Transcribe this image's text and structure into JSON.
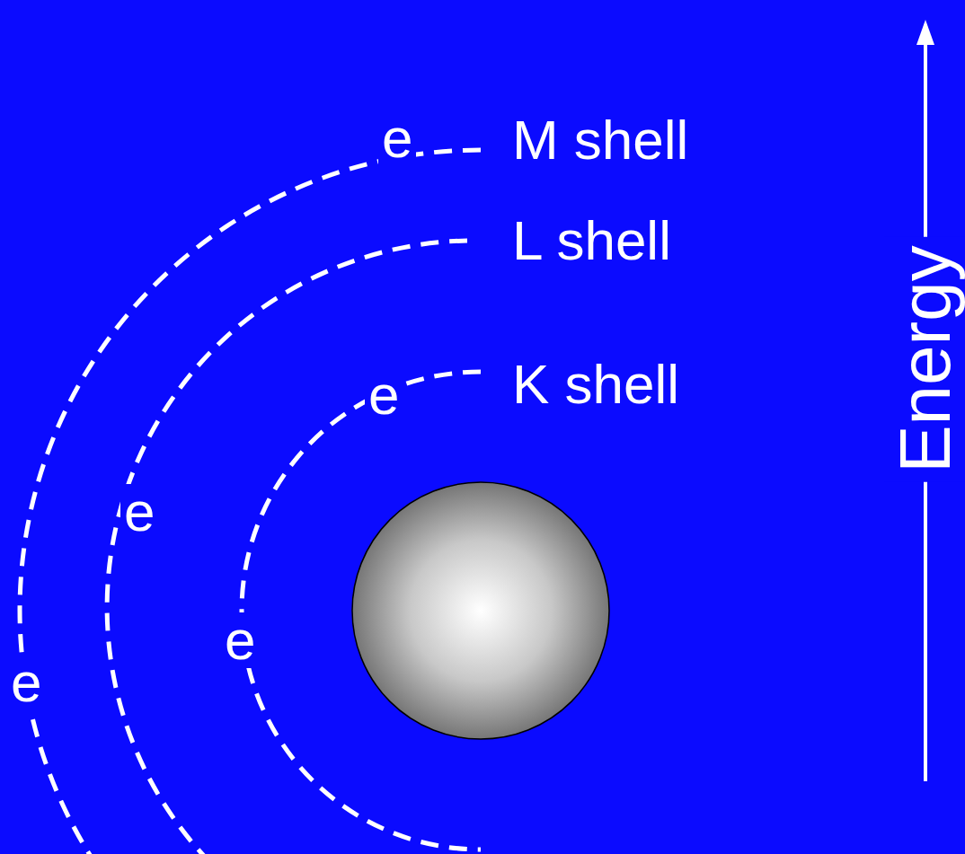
{
  "diagram": {
    "labels": [
      "M shell",
      "L shell",
      "K shell",
      "e",
      "e",
      "e",
      "e",
      "e",
      "Energy"
    ]
  }
}
